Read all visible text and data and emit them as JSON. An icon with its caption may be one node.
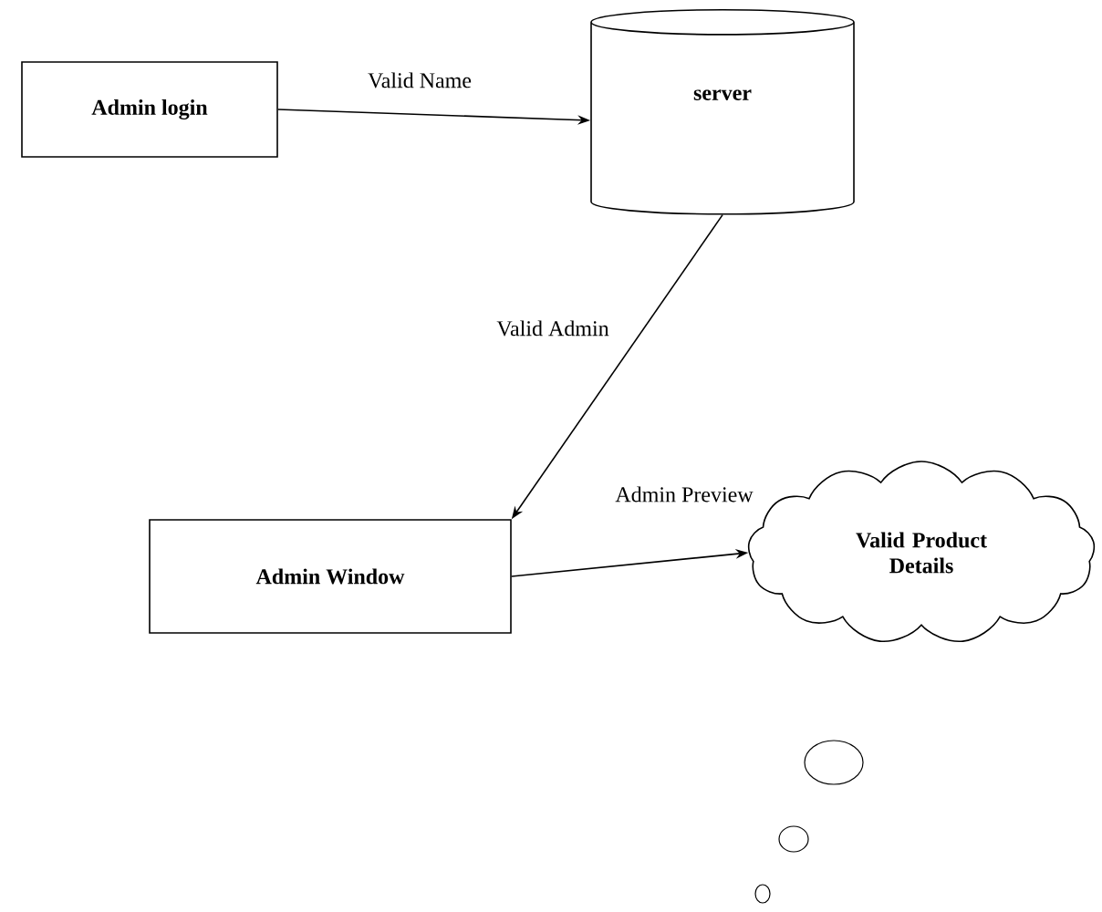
{
  "diagram": {
    "nodes": [
      {
        "text": [
          "Admin login"
        ]
      },
      {
        "text": [
          "server"
        ]
      },
      {
        "text": [
          "Admin Window"
        ]
      },
      {
        "text": [
          "Valid Product Details"
        ]
      }
    ],
    "edges": [
      {
        "from": 0,
        "to": 1,
        "arrow": "to",
        "label": "Valid Name"
      },
      {
        "from": 1,
        "to": 2,
        "arrow": "to",
        "label": "Valid Admin"
      },
      {
        "from": 2,
        "to": 3,
        "arrow": "to",
        "label": "Admin Preview"
      }
    ]
  }
}
